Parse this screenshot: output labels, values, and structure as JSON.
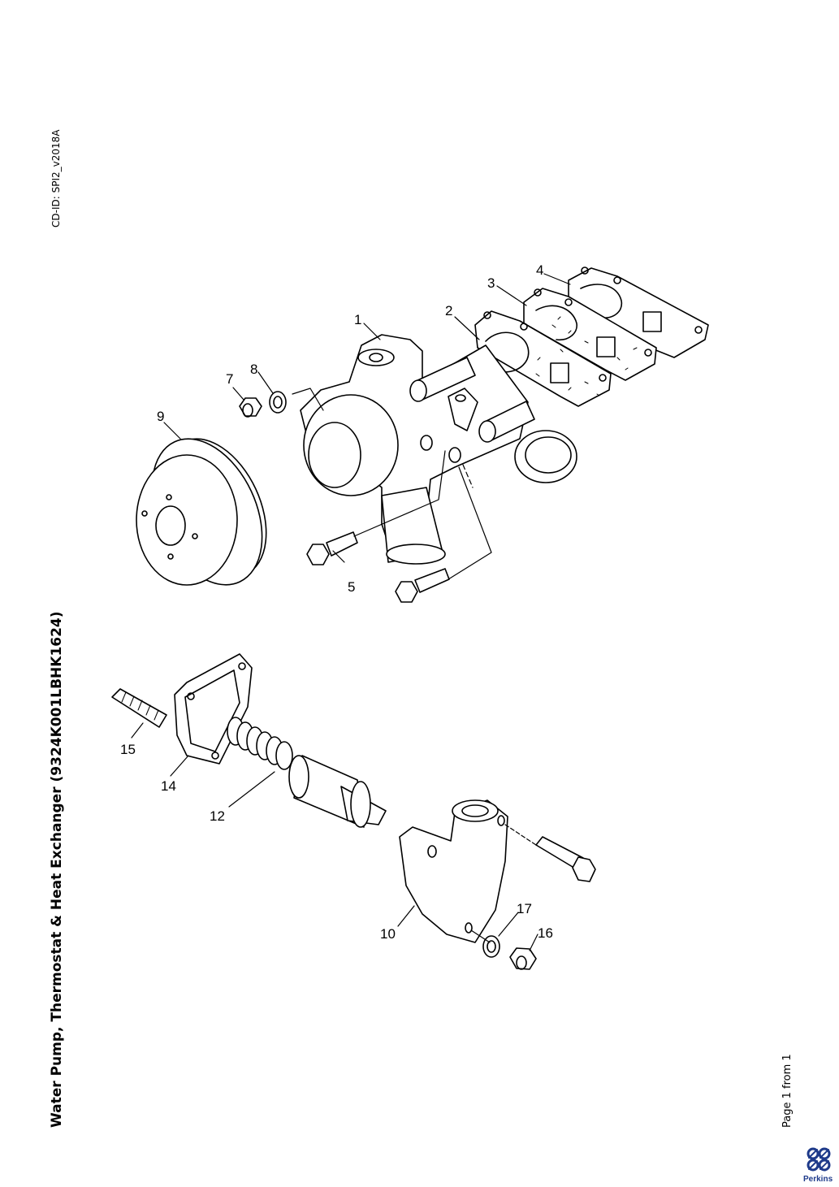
{
  "doc": {
    "cd_id": "CD-ID: SPI2_v2018A",
    "title": "Water Pump, Thermostat & Heat Exchanger (9324K001LBHK1624)",
    "page": "Page 1 from 1"
  },
  "brand": {
    "name": "Perkins",
    "color": "#1e3a8a"
  },
  "callouts": {
    "c1": "1",
    "c2": "2",
    "c3": "3",
    "c4": "4",
    "c5": "5",
    "c7": "7",
    "c8": "8",
    "c9": "9",
    "c10": "10",
    "c12": "12",
    "c14": "14",
    "c15": "15",
    "c16": "16",
    "c17": "17"
  }
}
